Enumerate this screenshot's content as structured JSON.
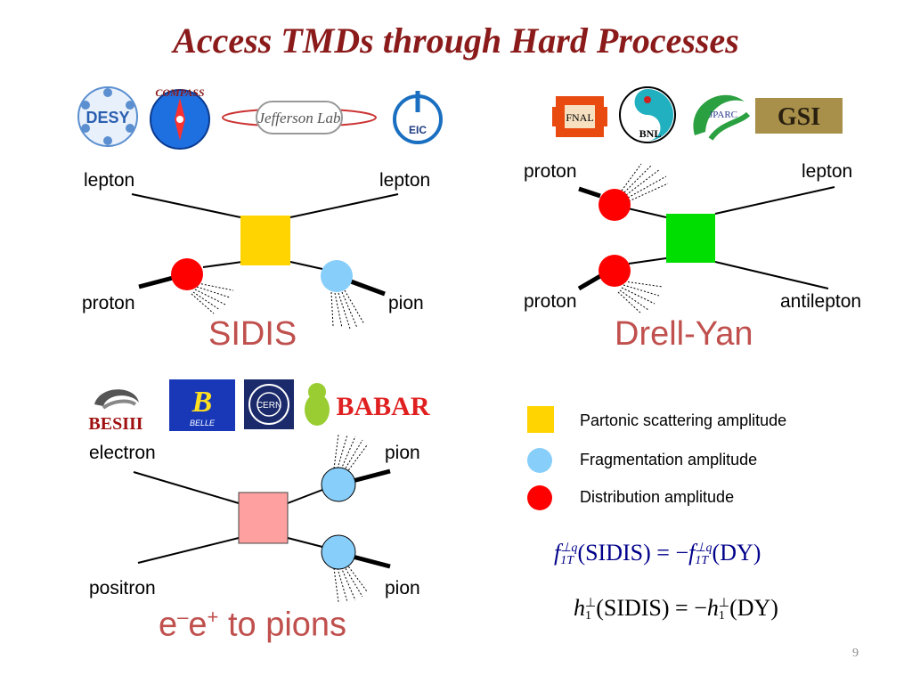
{
  "title": "Access TMDs through Hard Processes",
  "logos": {
    "desy": "DESY",
    "compass": "COMPASS",
    "jlab": "Jefferson Lab",
    "eic": "EIC",
    "fnal": "FNAL",
    "bnl": "BNL",
    "jparc": "JPARC",
    "gsi": "GSI",
    "besiii": "BESIII",
    "belle": "BELLE",
    "cern": "CERN",
    "babar": "BABAR"
  },
  "sidis": {
    "name": "SIDIS",
    "top_left": "lepton",
    "top_right": "lepton",
    "bottom_left": "proton",
    "bottom_right": "pion"
  },
  "drellyan": {
    "name": "Drell-Yan",
    "top_left": "proton",
    "top_right": "lepton",
    "bottom_left": "proton",
    "bottom_right": "antilepton"
  },
  "ee": {
    "name_prefix": "e",
    "minus": "–",
    "name_mid": "e",
    "plus": "+",
    "name_suffix": " to pions",
    "top_left": "electron",
    "top_right": "pion",
    "bottom_left": "positron",
    "bottom_right": "pion"
  },
  "legend": [
    {
      "label": "Partonic scattering amplitude",
      "color": "#ffd400",
      "shape": "square"
    },
    {
      "label": "Fragmentation amplitude",
      "color": "#87cefa",
      "shape": "circle"
    },
    {
      "label": "Distribution amplitude",
      "color": "#ff0000",
      "shape": "circle"
    }
  ],
  "formula1": {
    "f": "f",
    "sup": "⊥q",
    "sub": "1T",
    "left_arg": "(SIDIS)",
    "eq": " = −",
    "right_arg": "(DY)"
  },
  "formula2": {
    "h": "h",
    "sup": "⊥",
    "sub": "1",
    "left_arg": "(SIDIS)",
    "eq": " = −",
    "right_arg": "(DY)"
  },
  "page_number": "9",
  "colors": {
    "title": "#8b1a1a",
    "process_label": "#c0504d",
    "partonic": "#ffd400",
    "partonic_dy": "#00dd00",
    "partonic_ee": "#ffa0a0",
    "fragmentation": "#87cefa",
    "distribution": "#ff0000",
    "formula": "#00008b"
  }
}
